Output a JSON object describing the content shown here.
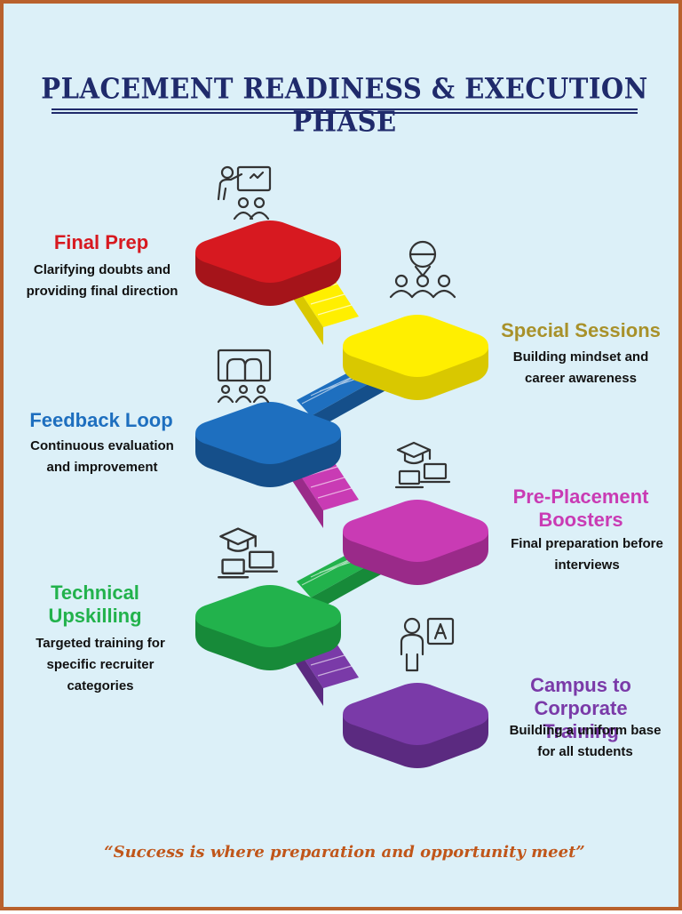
{
  "title": "Placement Readiness & Execution Phase",
  "quote": "“Success is where preparation and opportunity meet”",
  "colors": {
    "border": "#b9612d",
    "background": "#dcf0f8",
    "title": "#1f2a6b",
    "quote": "#c0561a"
  },
  "stages": [
    {
      "name": "Final Prep",
      "description_lines": [
        "Clarifying doubts and",
        "providing final direction"
      ],
      "color": "#d71920",
      "icon": "teacher-presenting-icon"
    },
    {
      "name": "Special Sessions",
      "description_lines": [
        "Building mindset and",
        "career awareness"
      ],
      "color": "#ffef00",
      "icon": "speaker-audience-icon"
    },
    {
      "name": "Feedback Loop",
      "description_lines": [
        "Continuous evaluation",
        "and improvement"
      ],
      "color": "#1e6fbf",
      "icon": "classroom-board-icon"
    },
    {
      "name_lines": [
        "Pre-Placement",
        "Boosters"
      ],
      "description_lines": [
        "Final preparation before",
        "interviews"
      ],
      "color": "#c93bb4",
      "icon": "graduation-laptop-icon"
    },
    {
      "name_lines": [
        "Technical",
        "Upskilling"
      ],
      "description_lines": [
        "Targeted training for",
        "specific recruiter",
        "categories"
      ],
      "color": "#22b24c",
      "icon": "graduation-laptop-icon"
    },
    {
      "name_lines": [
        "Campus to Corporate",
        "Training"
      ],
      "description_lines": [
        "Building a uniform base",
        "for all students"
      ],
      "color": "#7a3aa8",
      "icon": "person-board-icon"
    }
  ]
}
